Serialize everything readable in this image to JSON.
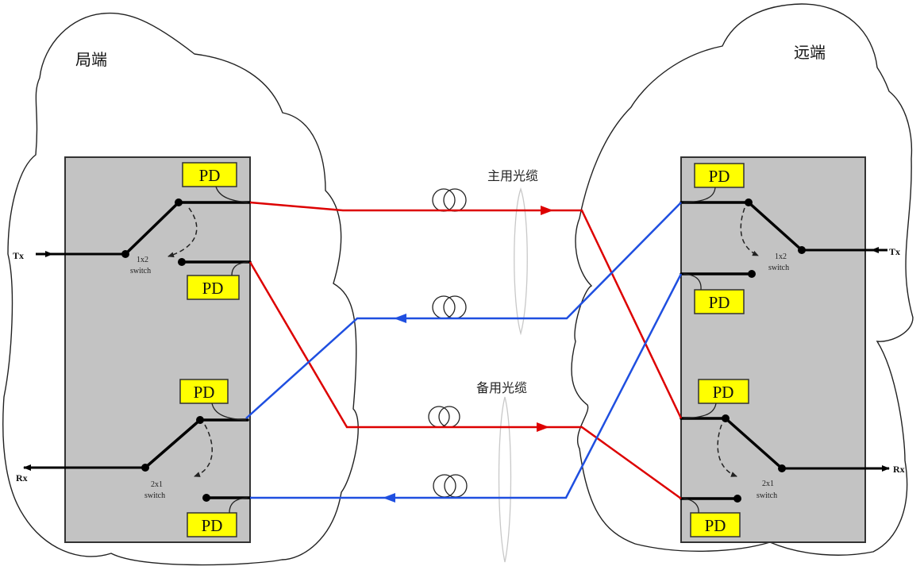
{
  "sites": {
    "local": {
      "title": "局端"
    },
    "remote": {
      "title": "远端"
    }
  },
  "cables": {
    "primary": {
      "label": "主用光缆"
    },
    "backup": {
      "label": "备用光缆"
    }
  },
  "local_box": {
    "tx_label": "Tx",
    "rx_label": "Rx",
    "switch_1x2": {
      "line1": "1x2",
      "line2": "switch"
    },
    "switch_2x1": {
      "line1": "2x1",
      "line2": "switch"
    },
    "pd_labels": [
      "PD",
      "PD",
      "PD",
      "PD"
    ]
  },
  "remote_box": {
    "tx_label": "Tx",
    "rx_label": "Rx",
    "switch_1x2": {
      "line1": "1x2",
      "line2": "switch"
    },
    "switch_2x1": {
      "line1": "2x1",
      "line2": "switch"
    },
    "pd_labels": [
      "PD",
      "PD",
      "PD",
      "PD"
    ]
  },
  "colors": {
    "tx_fiber": "#dd0000",
    "rx_fiber": "#1f4fe0",
    "pd_fill": "#ffff00",
    "box_fill": "#c3c3c3"
  }
}
